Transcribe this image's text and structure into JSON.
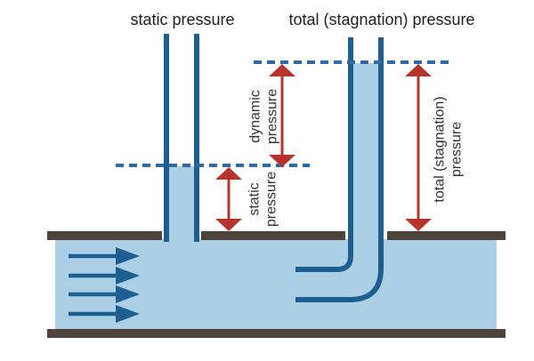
{
  "diagram": {
    "kind": "pitot-static pressure diagram",
    "labels": {
      "static_top": "static pressure",
      "total_top": "total (stagnation) pressure",
      "dynamic_annotation": {
        "line1": "dynamic",
        "line2": "pressure"
      },
      "static_annotation": {
        "line1": "static",
        "line2": "pressure"
      },
      "total_annotation": {
        "line1": "total (stagnation)",
        "line2": "pressure"
      }
    },
    "colors": {
      "fluid": "#abd0e6",
      "tube_and_flow_arrows": "#1d5f90",
      "pipe_wall": "#4d443c",
      "measure_arrows": "#b5352c",
      "level_dashes": "#2e6aa0",
      "text": "#1f1f1f"
    }
  }
}
